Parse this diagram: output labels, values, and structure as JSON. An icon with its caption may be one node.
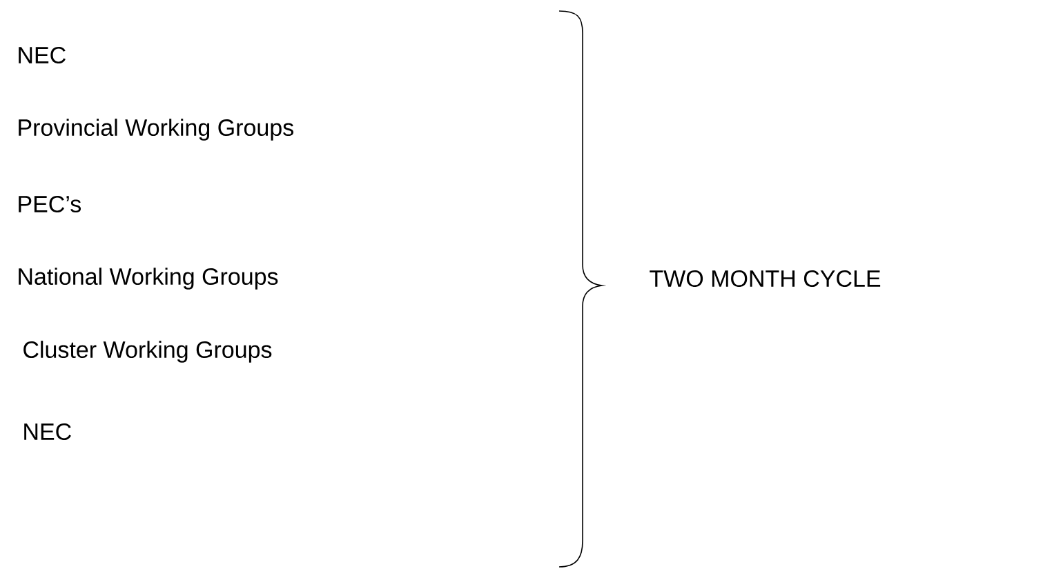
{
  "diagram": {
    "labels": [
      "NEC",
      "Provincial Working Groups",
      "PEC’s",
      "National Working Groups",
      "Cluster Working Groups",
      "NEC",
      "TWO MONTH CYCLE"
    ]
  }
}
